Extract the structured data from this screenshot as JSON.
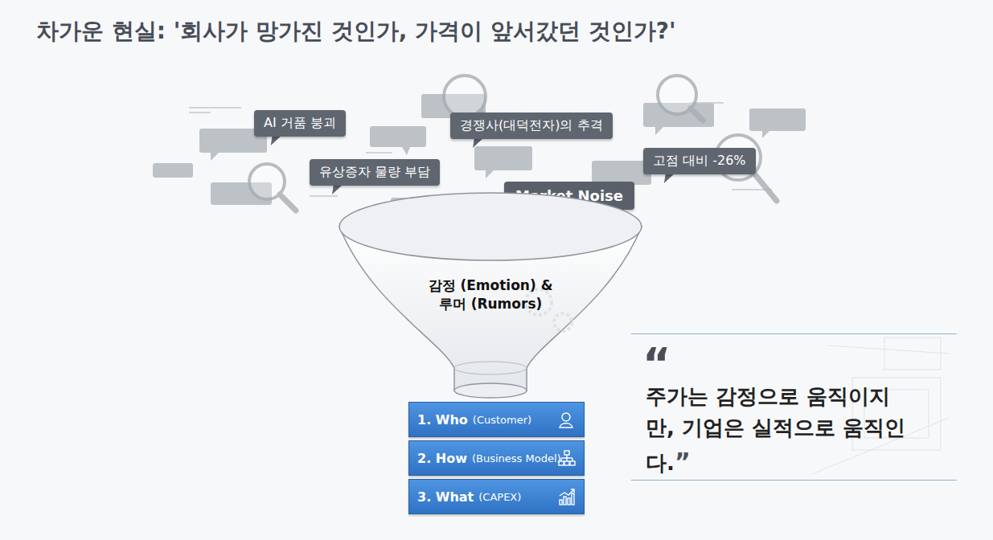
{
  "diagram": {
    "title": "차가운 현실: '회사가 망가진 것인가, 가격이 앞서갔던 것인가?'",
    "nodes": [
      {
        "text": [
          "AI 거품 붕괴"
        ]
      },
      {
        "text": [
          "경쟁사(대덕전자)의 추격"
        ]
      },
      {
        "text": [
          "유상증자 물량 부담"
        ]
      },
      {
        "text": [
          "고점 대비 -26%"
        ]
      },
      {
        "text": [
          "Market Noise"
        ]
      },
      {
        "text": [
          "감정 (Emotion) & 루머 (Rumors)"
        ]
      },
      {
        "text": [
          "1. Who",
          "(Customer)"
        ]
      },
      {
        "text": [
          "2. How",
          "(Business Model)"
        ]
      },
      {
        "text": [
          "3. What",
          "(CAPEX)"
        ]
      },
      {
        "text": [
          "“",
          "주가는 감정으로 움직이지만, 기업은 실적으로 움직인다.",
          "”"
        ]
      }
    ]
  }
}
